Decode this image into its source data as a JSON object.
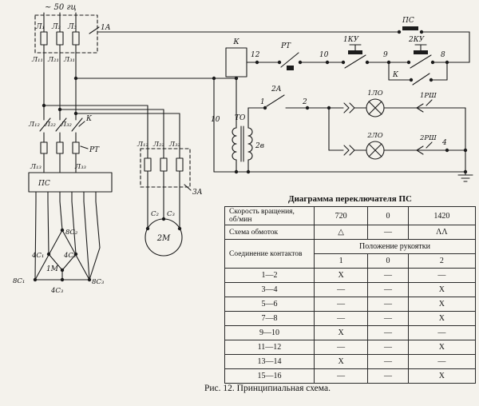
{
  "caption": "Рис. 12. Принципиальная схема.",
  "schematic": {
    "supply_label": "~ 50 гц",
    "fuse_rating": "1А",
    "fuse_labels": [
      "Л₁",
      "Л₂",
      "Л₃"
    ],
    "wire_row1": [
      "Л₁₁",
      "Л₂₁",
      "Л₃₁"
    ],
    "wire_row2": [
      "Л₁₂",
      "Л₂₂",
      "Л₃₂"
    ],
    "contactor_label": "К",
    "thermal_label": "РТ",
    "wire_row3": [
      "Л₁₃",
      "Л₃₃"
    ],
    "switch_label": "ПС",
    "motor1": {
      "name": "1М",
      "terminals": [
        "8С₂",
        "4С₁",
        "4С₂",
        "8С₁",
        "4С₃",
        "8С₃"
      ]
    },
    "motor2": {
      "name": "2М",
      "wires": [
        "Л₁₂",
        "Л₂₂",
        "Л₃₂"
      ],
      "fuse_rating": "3А",
      "terminals": [
        "С₂",
        "С₃"
      ]
    },
    "control": {
      "coil_label": "К",
      "node12": "12",
      "rt_contact": "РТ",
      "node10": "10",
      "button1": "1КУ",
      "node9": "9",
      "button2": "2КУ",
      "node8": "8",
      "ps_contact": "ПС",
      "aux_contact": "К"
    },
    "transformer": {
      "primary": "10",
      "name": "ТО",
      "secondary": "2в"
    },
    "lamps": {
      "node1": "1",
      "switch": "2А",
      "node2": "2",
      "lamp1": "1ЛО",
      "lamp2": "2ЛО",
      "plug1": "1РШ",
      "plug2": "2РШ",
      "node4": "4"
    }
  },
  "table": {
    "title": "Диаграмма переключателя ПС",
    "speed_label_line1": "Скорость вращения,",
    "speed_label_line2": "об/мин",
    "speed_values": [
      "720",
      "0",
      "1420"
    ],
    "scheme_label": "Схема обмоток",
    "scheme_values": [
      "△",
      "—",
      "ΛΛ"
    ],
    "contacts_label": "Соединение контактов",
    "handle_label": "Положение рукоятки",
    "handle_positions": [
      "1",
      "0",
      "2"
    ],
    "rows": [
      {
        "pair": "1—2",
        "v": [
          "Х",
          "—",
          "—"
        ]
      },
      {
        "pair": "3—4",
        "v": [
          "—",
          "—",
          "Х"
        ]
      },
      {
        "pair": "5—6",
        "v": [
          "—",
          "—",
          "Х"
        ]
      },
      {
        "pair": "7—8",
        "v": [
          "—",
          "—",
          "Х"
        ]
      },
      {
        "pair": "9—10",
        "v": [
          "Х",
          "—",
          "—"
        ]
      },
      {
        "pair": "11—12",
        "v": [
          "—",
          "—",
          "Х"
        ]
      },
      {
        "pair": "13—14",
        "v": [
          "Х",
          "—",
          "—"
        ]
      },
      {
        "pair": "15—16",
        "v": [
          "—",
          "—",
          "Х"
        ]
      }
    ]
  }
}
